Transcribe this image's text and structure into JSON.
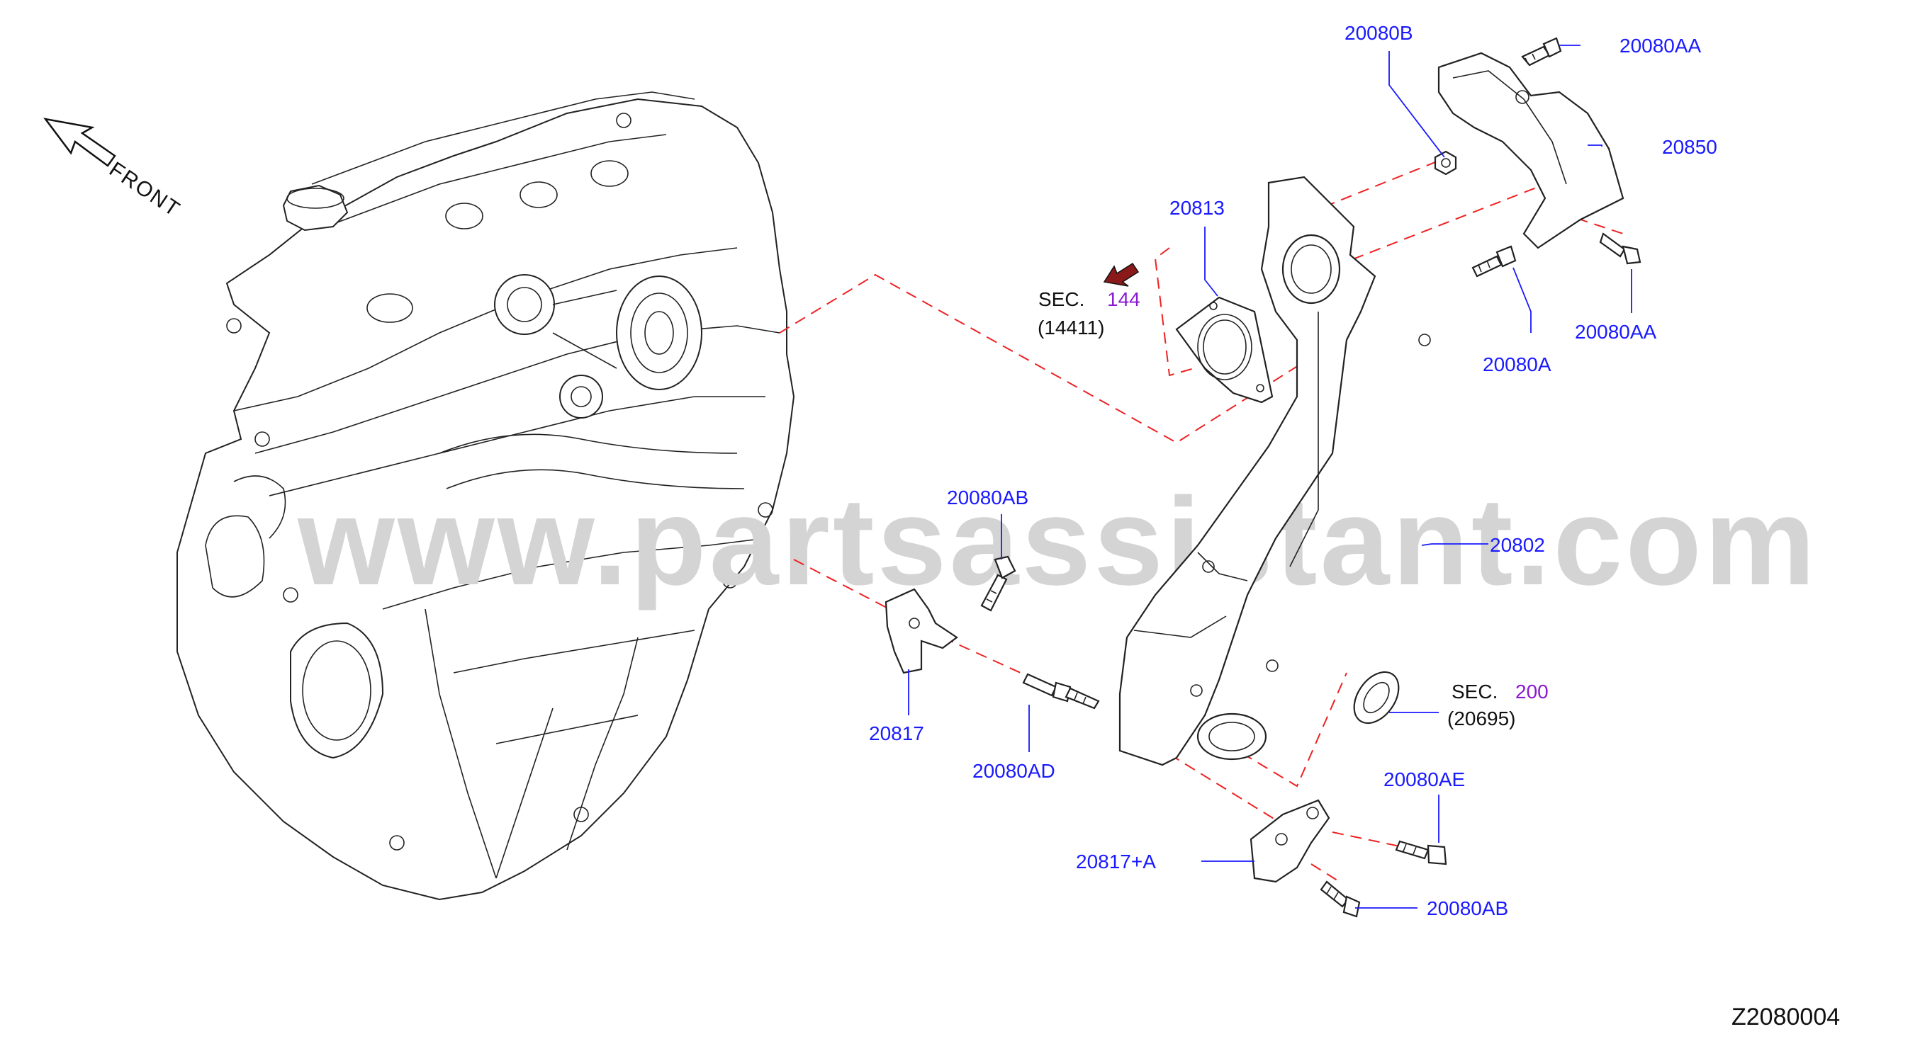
{
  "watermark": "www.partsassistant.com",
  "orientation": {
    "label": "FRONT"
  },
  "drawing_number": "Z2080004",
  "colors": {
    "part_label": "#1a1aff",
    "section_ref": "#8a1ad0",
    "phantom_line": "#ee2222",
    "watermark": "#d4d4d4"
  },
  "parts": {
    "p20080B": "20080B",
    "p20080AA_top": "20080AA",
    "p20850": "20850",
    "p20813": "20813",
    "p20080AA_right": "20080AA",
    "p20080A": "20080A",
    "p20080AB_mid": "20080AB",
    "p20802": "20802",
    "p20817": "20817",
    "p20080AD": "20080AD",
    "p20080AE": "20080AE",
    "p20817A": "20817+A",
    "p20080AB_bottom": "20080AB"
  },
  "section_refs": [
    {
      "prefix": "SEC.",
      "number": "144",
      "code": "(14411)"
    },
    {
      "prefix": "SEC.",
      "number": "200",
      "code": "(20695)"
    }
  ]
}
